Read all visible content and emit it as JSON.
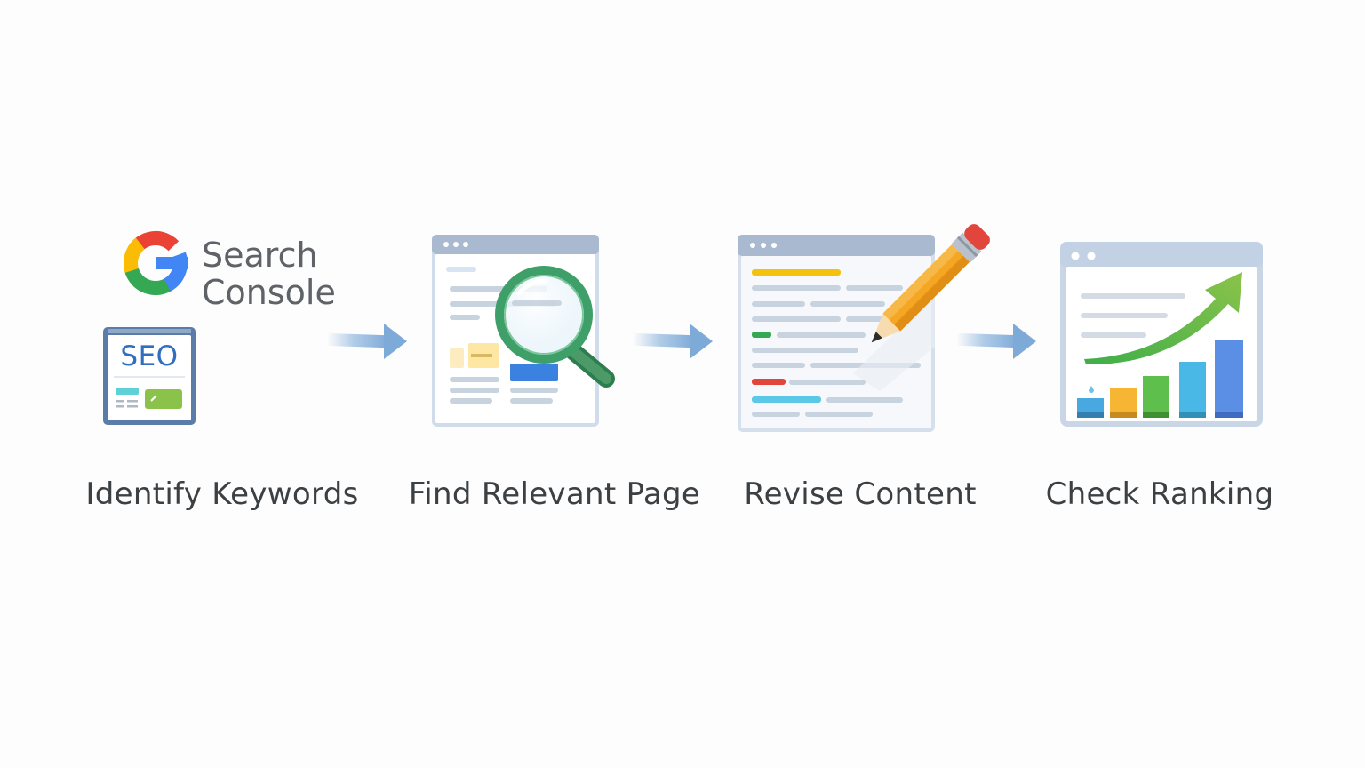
{
  "logo": {
    "line1": "Search",
    "line2": "Console",
    "brand_colors": [
      "#ea4335",
      "#fbbc05",
      "#34a853",
      "#4285f4"
    ]
  },
  "seo_badge": {
    "text": "SEO"
  },
  "steps": [
    {
      "label": "Identify Keywords",
      "icon": "search-console-seo-icon"
    },
    {
      "label": "Find Relevant Page",
      "icon": "magnifier-page-icon"
    },
    {
      "label": "Revise Content",
      "icon": "pencil-document-icon"
    },
    {
      "label": "Check Ranking",
      "icon": "growth-chart-icon"
    }
  ],
  "colors": {
    "arrow": "#8fb6de",
    "label": "#3c4043",
    "window_frame": "#c9d6e6",
    "window_bar": "#a9bad0"
  }
}
